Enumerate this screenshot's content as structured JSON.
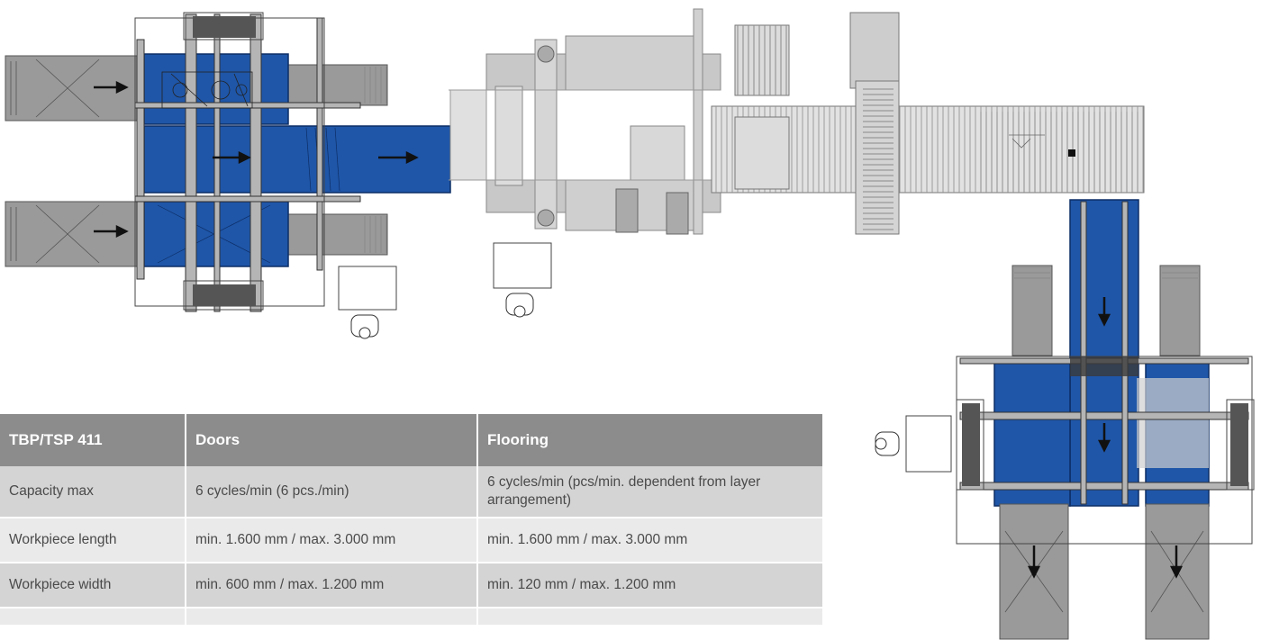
{
  "colors": {
    "blue": "#1f56a8",
    "gray_conveyor": "#9a9a9a",
    "machine_gray": "#c8c8c8",
    "header_bg": "#8c8c8c"
  },
  "spec_table": {
    "headers": [
      "TBP/TSP 411",
      "Doors",
      "Flooring"
    ],
    "rows": [
      [
        "Capacity max",
        "6 cycles/min (6 pcs./min)",
        "6 cycles/min (pcs/min. dependent from layer arrangement)"
      ],
      [
        "Workpiece length",
        "min. 1.600 mm / max. 3.000 mm",
        "min. 1.600 mm / max. 3.000 mm"
      ],
      [
        "Workpiece width",
        "min. 600 mm / max. 1.200 mm",
        "min. 120 mm / max. 1.200 mm"
      ],
      [
        "",
        "",
        ""
      ]
    ]
  }
}
